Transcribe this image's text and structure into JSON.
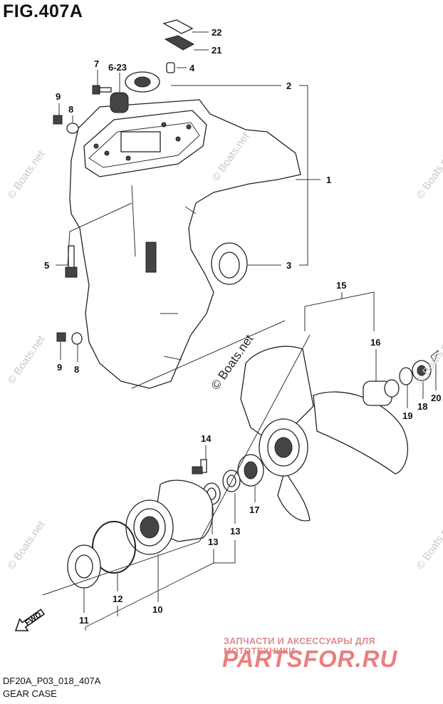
{
  "figure": {
    "title": "FIG.407A",
    "code": "DF20A_P03_018_407A",
    "caption": "GEAR CASE"
  },
  "watermarks": {
    "boats_net": "© Boats.net",
    "parts_subtitle": "ЗАПЧАСТИ И АКСЕССУАРЫ ДЛЯ МОТОТЕХНИКИ",
    "parts_logo": "PARTSFOR.RU"
  },
  "fwd_label": "FWD",
  "callouts": {
    "c22": "22",
    "c21": "21",
    "c4": "4",
    "c7": "7",
    "c623": "6-23",
    "c2": "2",
    "c9a": "9",
    "c8a": "8",
    "c1": "1",
    "c5": "5",
    "c3": "3",
    "c9b": "9",
    "c8b": "8",
    "c15": "15",
    "c16": "16",
    "c20": "20",
    "c18": "18",
    "c19": "19",
    "c14": "14",
    "c17": "17",
    "c13a": "13",
    "c13b": "13",
    "c12": "12",
    "c10": "10",
    "c11": "11"
  }
}
